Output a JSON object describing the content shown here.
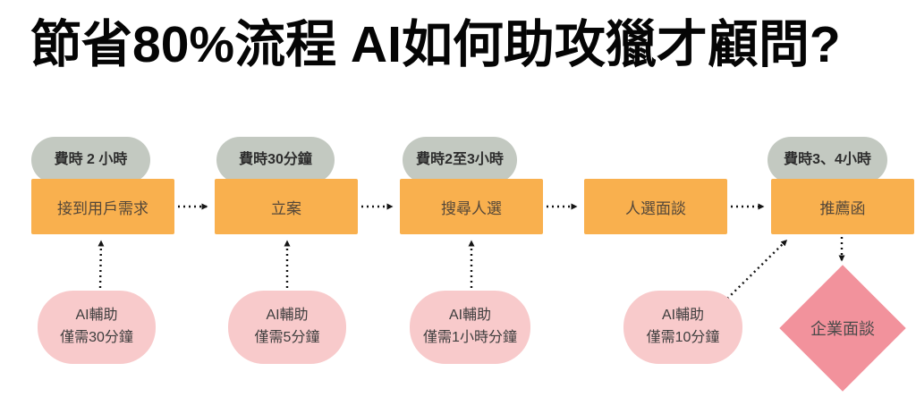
{
  "title": "節省80%流程  AI如何助攻獵才顧問?",
  "colors": {
    "title-black": "#050505",
    "step-orange": "#F9B04E",
    "badge-gray": "#C3C9C1",
    "pill-pink": "#F8CACB",
    "diamond-pink": "#F2929C",
    "arrow-black": "#141414",
    "box-text": "#544739",
    "badge-text": "#2d2d2d",
    "pill-text": "#3d3d3d",
    "diamond-text": "#4a4a4a"
  },
  "flow": {
    "steps": [
      {
        "badge": "費時 2 小時",
        "label": "接到用戶需求",
        "ai_line1": "AI輔助",
        "ai_line2": "僅需30分鐘"
      },
      {
        "badge": "費時30分鐘",
        "label": "立案",
        "ai_line1": "AI輔助",
        "ai_line2": "僅需5分鐘"
      },
      {
        "badge": "費時2至3小時",
        "label": "搜尋人選",
        "ai_line1": "AI輔助",
        "ai_line2": "僅需1小時分鐘"
      },
      {
        "label": "人選面談",
        "ai_line1": "AI輔助",
        "ai_line2": "僅需10分鐘"
      },
      {
        "badge": "費時3、4小時",
        "label": "推薦函"
      }
    ],
    "final_step": {
      "label": "企業面談"
    }
  }
}
